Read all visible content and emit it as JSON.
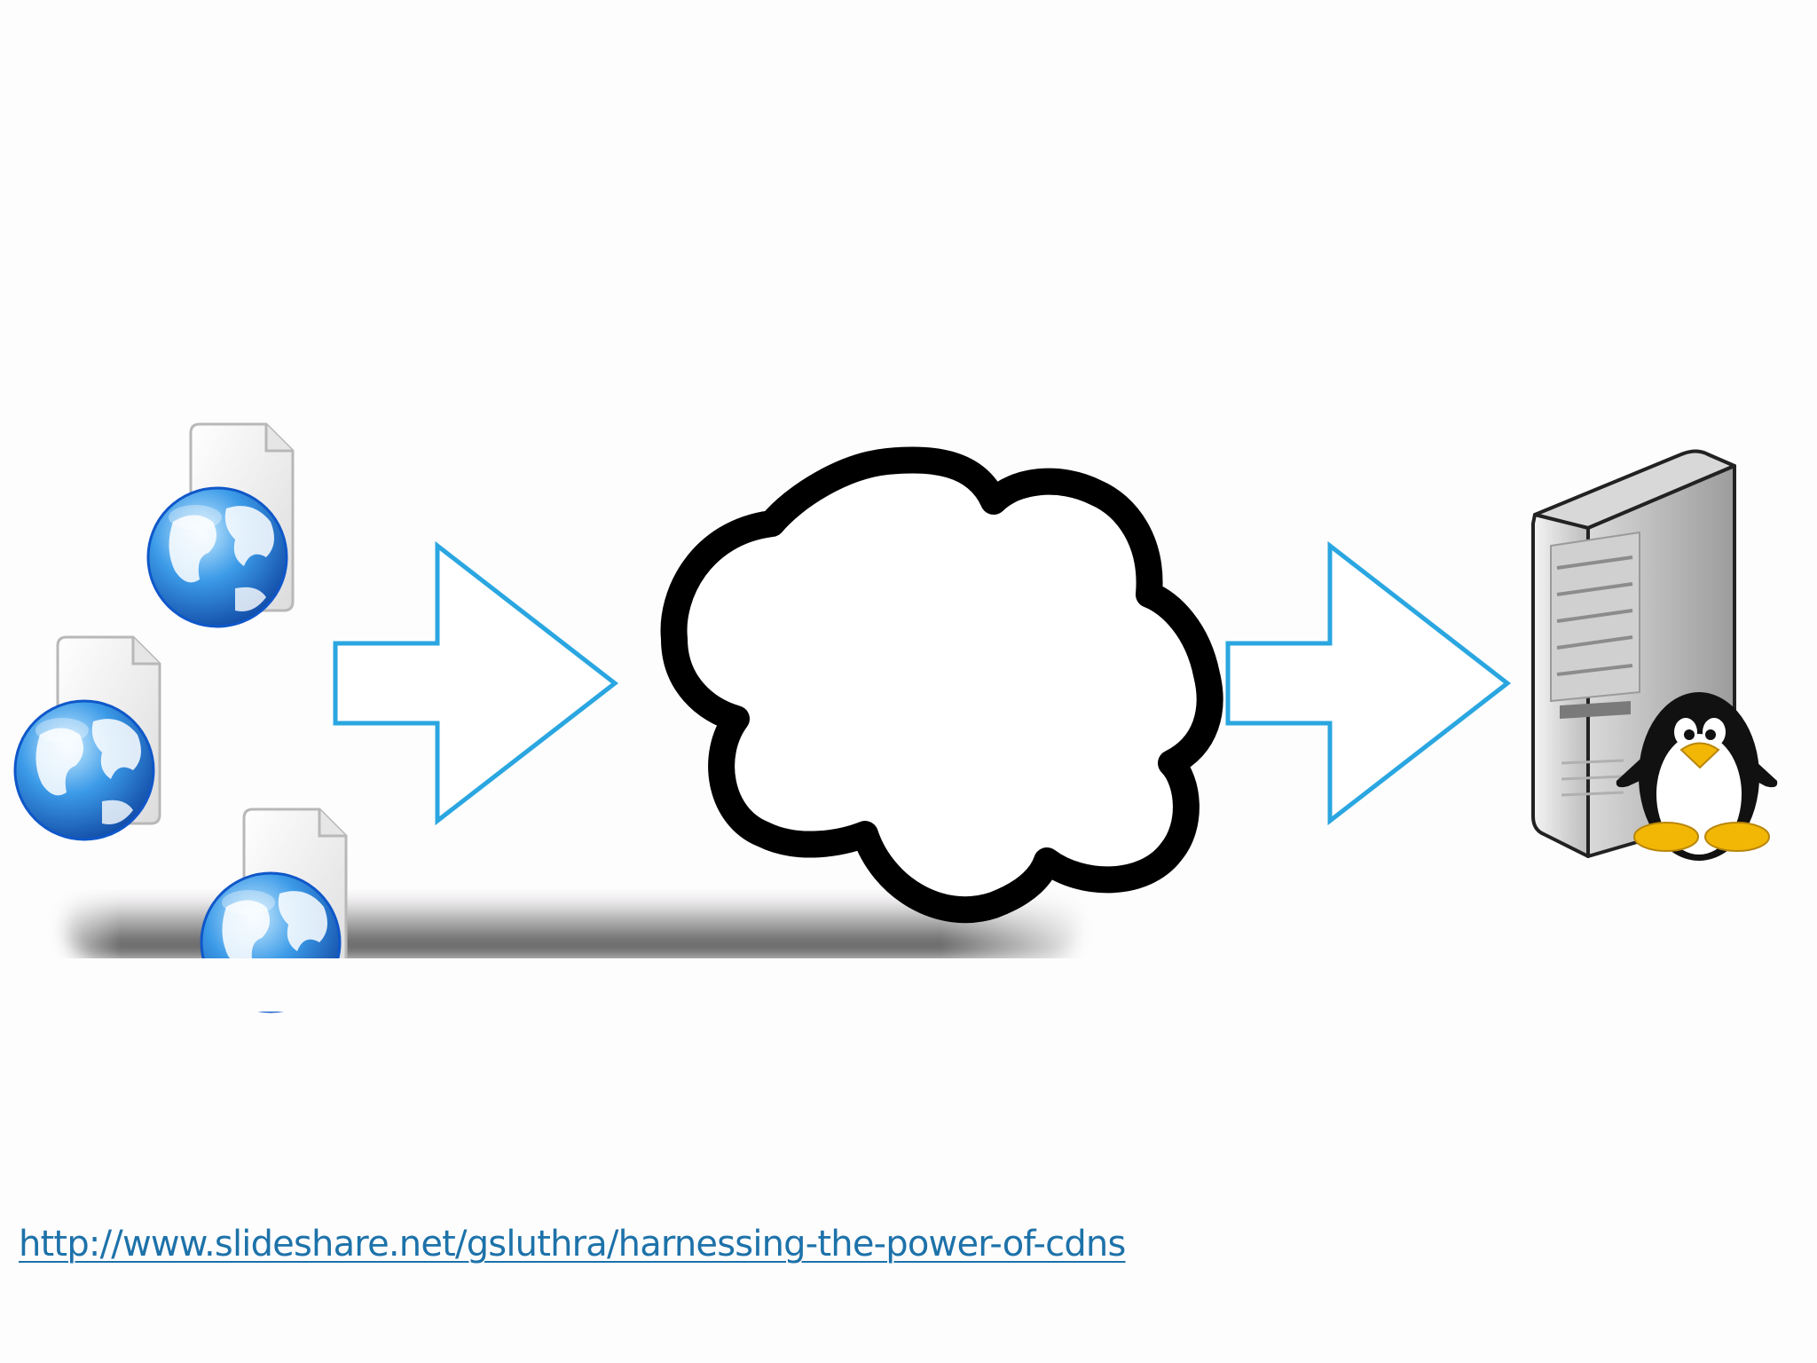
{
  "slide": {
    "background": "#fefdfe",
    "source_link": "http://www.slideshare.net/gsluthra/harnessing-the-power-of-cdns",
    "link_color": "#1d72a9"
  },
  "diagram": {
    "nodes": [
      {
        "id": "web-pages",
        "icon": "web-page-globe-icon",
        "count": 3
      },
      {
        "id": "internet",
        "icon": "cloud-icon"
      },
      {
        "id": "origin-server",
        "icon": "linux-server-icon"
      }
    ],
    "edges": [
      {
        "from": "web-pages",
        "to": "internet",
        "icon": "arrow-right-icon"
      },
      {
        "from": "internet",
        "to": "origin-server",
        "icon": "arrow-right-icon"
      }
    ],
    "arrow_color": "#2aa6e0"
  }
}
